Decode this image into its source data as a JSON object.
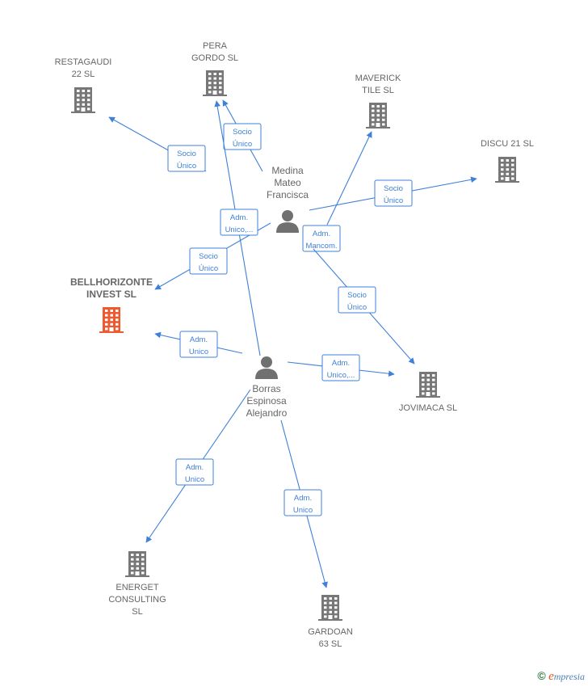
{
  "colors": {
    "edge": "#3f80d8",
    "building": "#777777",
    "building_highlight": "#ee5a2f",
    "person": "#707070",
    "label": "#666666"
  },
  "companies": [
    {
      "id": "restagaudi",
      "lines": [
        "RESTAGAUDI",
        "22  SL"
      ],
      "icon": "building-icon",
      "highlight": false
    },
    {
      "id": "pera_gordo",
      "lines": [
        "PERA",
        "GORDO  SL"
      ],
      "icon": "building-icon",
      "highlight": false
    },
    {
      "id": "maverick",
      "lines": [
        "MAVERICK",
        "TILE  SL"
      ],
      "icon": "building-icon",
      "highlight": false
    },
    {
      "id": "discu21",
      "lines": [
        "DISCU 21  SL"
      ],
      "icon": "building-icon",
      "highlight": false
    },
    {
      "id": "bellhorizonte",
      "lines": [
        "BELLHORIZONTE",
        "INVEST  SL"
      ],
      "icon": "building-icon",
      "highlight": true
    },
    {
      "id": "jovimaca",
      "lines": [
        "JOVIMACA  SL"
      ],
      "icon": "building-icon",
      "highlight": false
    },
    {
      "id": "energet",
      "lines": [
        "ENERGET",
        "CONSULTING",
        "SL"
      ],
      "icon": "building-icon",
      "highlight": false
    },
    {
      "id": "gardoan",
      "lines": [
        "GARDOAN",
        "63 SL"
      ],
      "icon": "building-icon",
      "highlight": false
    }
  ],
  "persons": [
    {
      "id": "medina",
      "lines": [
        "Medina",
        "Mateo",
        "Francisca"
      ],
      "icon": "person-icon"
    },
    {
      "id": "borras",
      "lines": [
        "Borras",
        "Espinosa",
        "Alejandro"
      ],
      "icon": "person-icon"
    }
  ],
  "edges": [
    {
      "from": "medina",
      "to": "restagaudi",
      "label": [
        "Socio",
        "Único"
      ]
    },
    {
      "from": "medina",
      "to": "pera_gordo",
      "label": [
        "Socio",
        "Único"
      ]
    },
    {
      "from": "medina",
      "to": "discu21",
      "label": [
        "Socio",
        "Único"
      ]
    },
    {
      "from": "medina",
      "to": "bellhorizonte",
      "label": [
        "Socio",
        "Único"
      ]
    },
    {
      "from": "medina",
      "to": "maverick",
      "label": [
        "Adm.",
        "Mancom."
      ]
    },
    {
      "from": "medina",
      "to": "jovimaca",
      "label": [
        "Socio",
        "Único"
      ]
    },
    {
      "from": "borras",
      "to": "pera_gordo",
      "label": [
        "Adm.",
        "Unico,..."
      ]
    },
    {
      "from": "borras",
      "to": "bellhorizonte",
      "label": [
        "Adm.",
        "Unico"
      ]
    },
    {
      "from": "borras",
      "to": "jovimaca",
      "label": [
        "Adm.",
        "Unico,..."
      ]
    },
    {
      "from": "borras",
      "to": "energet",
      "label": [
        "Adm.",
        "Unico"
      ]
    },
    {
      "from": "borras",
      "to": "gardoan",
      "label": [
        "Adm.",
        "Unico"
      ]
    }
  ],
  "watermark": {
    "copyright": "©",
    "brand_initial": "e",
    "brand_rest": "mpresia"
  }
}
